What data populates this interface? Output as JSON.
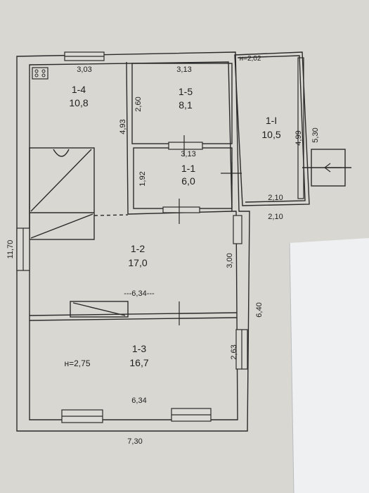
{
  "colors": {
    "paper": "#dcdad4",
    "background": "#c9c6bf",
    "ink": "#2a2a2a",
    "sheet": "#eef0f2"
  },
  "rooms": [
    {
      "id": "1-4",
      "area": "10,8"
    },
    {
      "id": "1-5",
      "area": "8,1"
    },
    {
      "id": "1-I",
      "area": "10,5"
    },
    {
      "id": "1-1",
      "area": "6,0"
    },
    {
      "id": "1-2",
      "area": "17,0"
    },
    {
      "id": "1-3",
      "area": "16,7"
    }
  ],
  "dimensions": {
    "r14_width": "3,03",
    "r15_width": "3,13",
    "r14_height": "4,93",
    "r15_height": "2,60",
    "r11_width": "3,13",
    "r11_height": "1,92",
    "r1I_inner": "4,99",
    "r1I_outer": "5,30",
    "r1I_width_inner": "2,10",
    "r1I_width_outer": "2,10",
    "r12_height": "3,00",
    "r12_width": "---6,34---",
    "r13_height": "2,63",
    "r13_width": "6,34",
    "house_height": "11,70",
    "right_height": "6,40",
    "house_width": "7,30"
  },
  "heights": {
    "annex": "н=2,02",
    "main": "н=2,75"
  },
  "icons": [
    "stove-icon",
    "entrance-arrow-icon"
  ]
}
